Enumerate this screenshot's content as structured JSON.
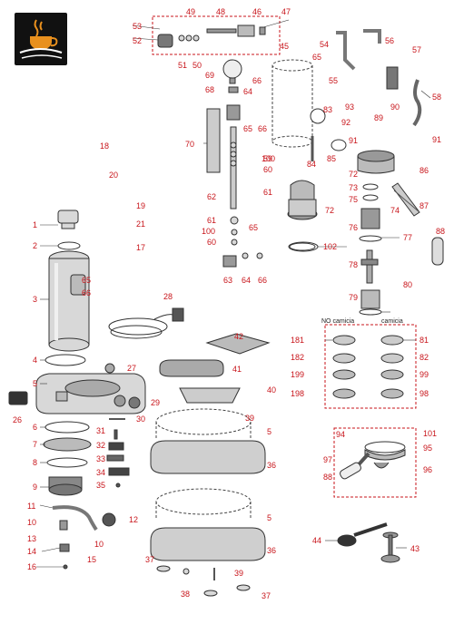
{
  "logo": {
    "name": "coffee-cup-logo",
    "bg_color": "#111111",
    "cup_color": "#e8901e"
  },
  "colors": {
    "callout": "#c8151b",
    "line": "#333333",
    "part_fill": "#d8d8d8",
    "dash": "#c8151b"
  },
  "headers": {
    "left": "NO camicia",
    "right": "camicia"
  },
  "callouts": {
    "c1": "1",
    "c2": "2",
    "c3": "3",
    "c4": "4",
    "c5": "5",
    "c5b": "5",
    "c5c": "5",
    "c6": "6",
    "c7": "7",
    "c8": "8",
    "c9": "9",
    "c10a": "10",
    "c10b": "10",
    "c11": "11",
    "c12": "12",
    "c13": "13",
    "c14": "14",
    "c15": "15",
    "c16": "16",
    "c17": "17",
    "c18": "18",
    "c19": "19",
    "c20": "20",
    "c21": "21",
    "c26": "26",
    "c27": "27",
    "c28": "28",
    "c29": "29",
    "c30": "30",
    "c31": "31",
    "c32": "32",
    "c33": "33",
    "c34": "34",
    "c35": "35",
    "c36": "36",
    "c36b": "36",
    "c37": "37",
    "c37b": "37",
    "c38": "38",
    "c39": "39",
    "c39b": "39",
    "c40": "40",
    "c41": "41",
    "c42": "42",
    "c43": "43",
    "c44": "44",
    "c45": "45",
    "c46": "46",
    "c47": "47",
    "c48": "48",
    "c49": "49",
    "c50": "50",
    "c51": "51",
    "c52": "52",
    "c53": "53",
    "c54": "54",
    "c55": "55",
    "c56": "56",
    "c57": "57",
    "c58": "58",
    "c59": "59",
    "c60": "60",
    "c60b": "60",
    "c61": "61",
    "c61b": "61",
    "c62": "62",
    "c63": "63",
    "c64": "64",
    "c64b": "64",
    "c65": "65",
    "c65b": "65",
    "c65c": "65",
    "c65d": "65",
    "c66": "66",
    "c66b": "66",
    "c66c": "66",
    "c66d": "66",
    "c68": "68",
    "c69": "69",
    "c70": "70",
    "c72": "72",
    "c72b": "72",
    "c73": "73",
    "c74": "74",
    "c75": "75",
    "c76": "76",
    "c77": "77",
    "c78": "78",
    "c79": "79",
    "c80": "80",
    "c81": "81",
    "c82": "82",
    "c83": "83",
    "c84": "84",
    "c85": "85",
    "c86": "86",
    "c87": "87",
    "c88": "88",
    "c88b": "88",
    "c89": "89",
    "c90": "90",
    "c91": "91",
    "c91b": "91",
    "c92": "92",
    "c93": "93",
    "c94": "94",
    "c95": "95",
    "c96": "96",
    "c97": "97",
    "c98": "98",
    "c99": "99",
    "c100": "100",
    "c100b": "100",
    "c101": "101",
    "c102": "102",
    "c181": "181",
    "c182": "182",
    "c198": "198",
    "c199": "199"
  }
}
